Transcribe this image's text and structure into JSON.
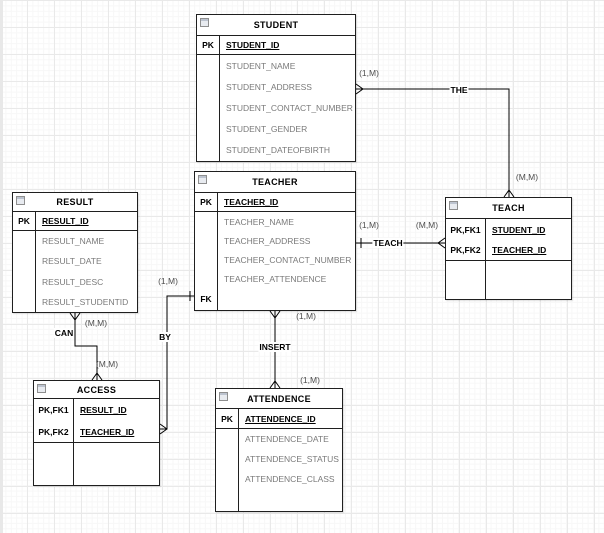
{
  "canvas": {
    "background": "#ffffff",
    "grid_major_color": "#e9e9e9",
    "grid_minor_color": "#f7f7f7",
    "line_color": "#000000",
    "attribute_text_color": "#7a7a7a",
    "cardinality_text_color": "#4d4d4d"
  },
  "icons": {
    "entity_header": "table-icon"
  },
  "entities": {
    "student": {
      "title": "STUDENT",
      "keys": [
        {
          "label": "PK",
          "name": "STUDENT_ID"
        }
      ],
      "attrs": [
        "STUDENT_NAME",
        "STUDENT_ADDRESS",
        "STUDENT_CONTACT_NUMBER",
        "STUDENT_GENDER",
        "STUDENT_DATEOFBIRTH"
      ]
    },
    "teacher": {
      "title": "TEACHER",
      "keys": [
        {
          "label": "PK",
          "name": "TEACHER_ID"
        }
      ],
      "attrs": [
        "TEACHER_NAME",
        "TEACHER_ADDRESS",
        "TEACHER_CONTACT_NUMBER",
        "TEACHER_ATTENDENCE"
      ],
      "fk_label": "FK"
    },
    "result": {
      "title": "RESULT",
      "keys": [
        {
          "label": "PK",
          "name": "RESULT_ID"
        }
      ],
      "attrs": [
        "RESULT_NAME",
        "RESULT_DATE",
        "RESULT_DESC",
        "RESULT_STUDENTID"
      ]
    },
    "attendence": {
      "title": "ATTENDENCE",
      "keys": [
        {
          "label": "PK",
          "name": "ATTENDENCE_ID"
        }
      ],
      "attrs": [
        "ATTENDENCE_DATE",
        "ATTENDENCE_STATUS",
        "ATTENDENCE_CLASS"
      ]
    },
    "access": {
      "title": "ACCESS",
      "keys": [
        {
          "label": "PK,FK1",
          "name": "RESULT_ID"
        },
        {
          "label": "PK,FK2",
          "name": "TEACHER_ID"
        }
      ]
    },
    "teach": {
      "title": "TEACH",
      "keys": [
        {
          "label": "PK,FK1",
          "name": "STUDENT_ID"
        },
        {
          "label": "PK,FK2",
          "name": "TEACHER_ID"
        }
      ]
    }
  },
  "relationships": {
    "the": {
      "label": "THE",
      "card_student": "(1,M)",
      "card_teach": "(M,M)"
    },
    "teach": {
      "label": "TEACH",
      "card_teacher": "(1,M)",
      "card_teach": "(M,M)"
    },
    "by": {
      "label": "BY",
      "card_teacher": "(1,M)"
    },
    "can": {
      "label": "CAN",
      "card_result": "(M,M)",
      "card_access": "(M,M)"
    },
    "insert": {
      "label": "INSERT",
      "card_teacher": "(1,M)",
      "card_attendence": "(1,M)"
    }
  }
}
